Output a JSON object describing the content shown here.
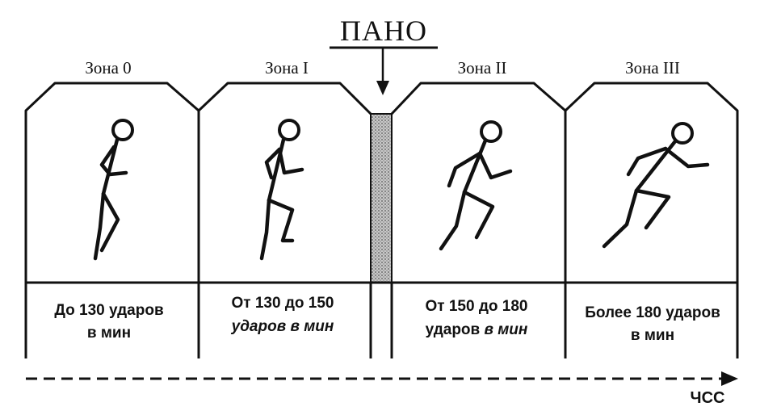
{
  "pano": {
    "title": "ПАНО"
  },
  "zones": [
    {
      "title": "Зона 0",
      "range_line1": "До 130 ударов",
      "range_line2": "в мин"
    },
    {
      "title": "Зона I",
      "range_line1": "От 130 до 150",
      "range_line2": "ударов в мин"
    },
    {
      "title": "Зона II",
      "range_line1": "От 150 до 180",
      "range_line2_a": "ударов",
      "range_line2_b": "в мин"
    },
    {
      "title": "Зона III",
      "range_line1": "Более 180 ударов",
      "range_line2": "в мин"
    }
  ],
  "axis": {
    "label": "ЧСС"
  },
  "colors": {
    "ink": "#111111",
    "pano_band": "#b8b8b8"
  }
}
